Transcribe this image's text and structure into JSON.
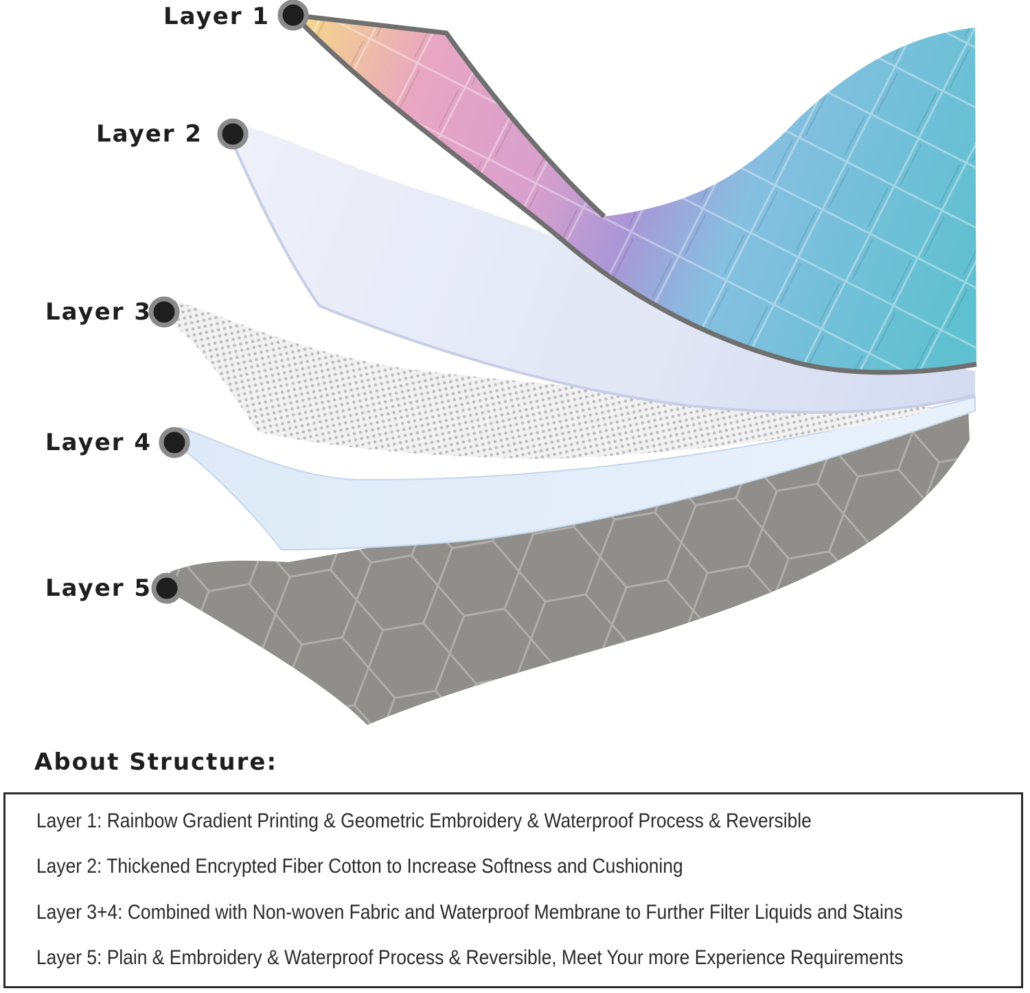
{
  "diagram": {
    "layers": [
      {
        "label": "Layer 1",
        "material": "rainbow-gradient-quilted-fabric"
      },
      {
        "label": "Layer 2",
        "material": "fiber-cotton"
      },
      {
        "label": "Layer 3",
        "material": "non-woven-fabric"
      },
      {
        "label": "Layer 4",
        "material": "waterproof-membrane"
      },
      {
        "label": "Layer 5",
        "material": "grey-quilted-fabric"
      }
    ],
    "colors": {
      "marker_ring": "#8a8a8a",
      "marker_dot": "#1e1e1e",
      "layer1_gradient": [
        "#f4d68a",
        "#e2a2c4",
        "#b497d6",
        "#7ecad8",
        "#66c2d2"
      ],
      "layer2": "#e4e8f6",
      "layer3": "#ececec",
      "layer4": "#dce9f7",
      "layer5": "#8f8e8b"
    }
  },
  "structure": {
    "title": "About Structure:",
    "lines": [
      "Layer 1: Rainbow Gradient Printing & Geometric Embroidery & Waterproof Process & Reversible",
      "Layer 2: Thickened Encrypted Fiber Cotton to Increase Softness and Cushioning",
      "Layer 3+4: Combined with Non-woven Fabric and Waterproof Membrane to Further Filter Liquids and Stains",
      "Layer 5: Plain & Embroidery & Waterproof Process & Reversible, Meet Your more Experience Requirements"
    ]
  }
}
